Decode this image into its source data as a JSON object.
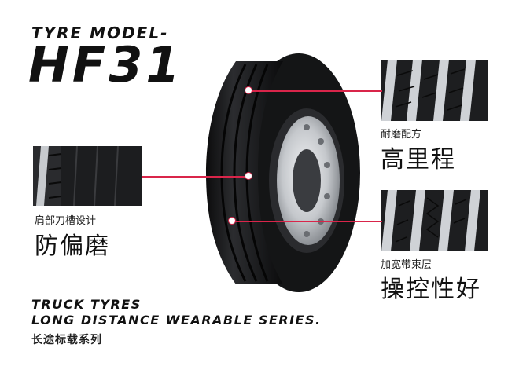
{
  "header": {
    "model_label": "TYRE MODEL-",
    "model_name": "HF31"
  },
  "features": [
    {
      "small": "耐磨配方",
      "big": "高里程"
    },
    {
      "small": "肩部刀槽设计",
      "big": "防偏磨"
    },
    {
      "small": "加宽带束层",
      "big": "操控性好"
    }
  ],
  "footer": {
    "line1": "TRUCK TYRES",
    "line2": "LONG DISTANCE WEARABLE SERIES.",
    "line3": "长途标载系列"
  },
  "colors": {
    "accent": "#d9254a",
    "rubber": "#1b1c1e",
    "rim": "#c9ccd0"
  }
}
